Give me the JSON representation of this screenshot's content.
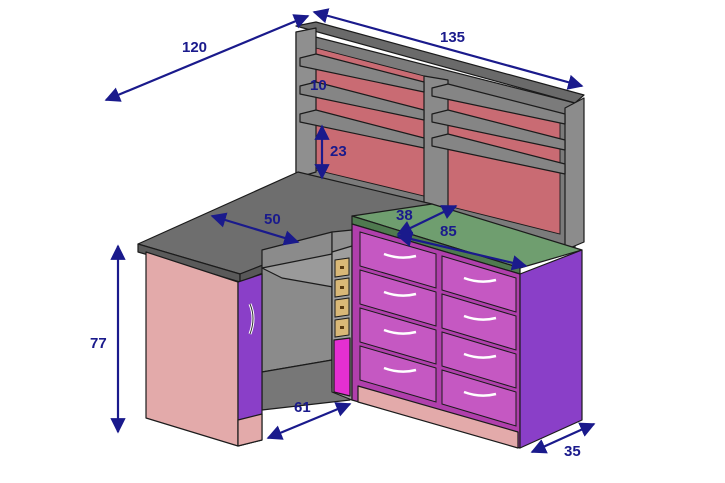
{
  "dimensions": {
    "hutch_depth": "120",
    "hutch_width": "135",
    "shelf_spacing_top": "10",
    "shelf_spacing": "23",
    "desk_depth": "50",
    "counter_depth": "38",
    "counter_width": "85",
    "height": "77",
    "knee_width": "61",
    "base_depth": "35"
  },
  "colors": {
    "dimension_line": "#1a1a8c",
    "shelf_grey": "#7e7e7e",
    "back_red": "#c96b73",
    "counter_green": "#6f9e6f",
    "drawer_magenta": "#c558c2",
    "side_purple": "#8a3fc8",
    "panel_pink": "#e3aaaa",
    "accent_magenta": "#e52fd2",
    "small_drawer_tan": "#d9b877"
  },
  "drawers": {
    "large_left_column": 4,
    "large_right_column": 4,
    "small_tan": 4
  }
}
